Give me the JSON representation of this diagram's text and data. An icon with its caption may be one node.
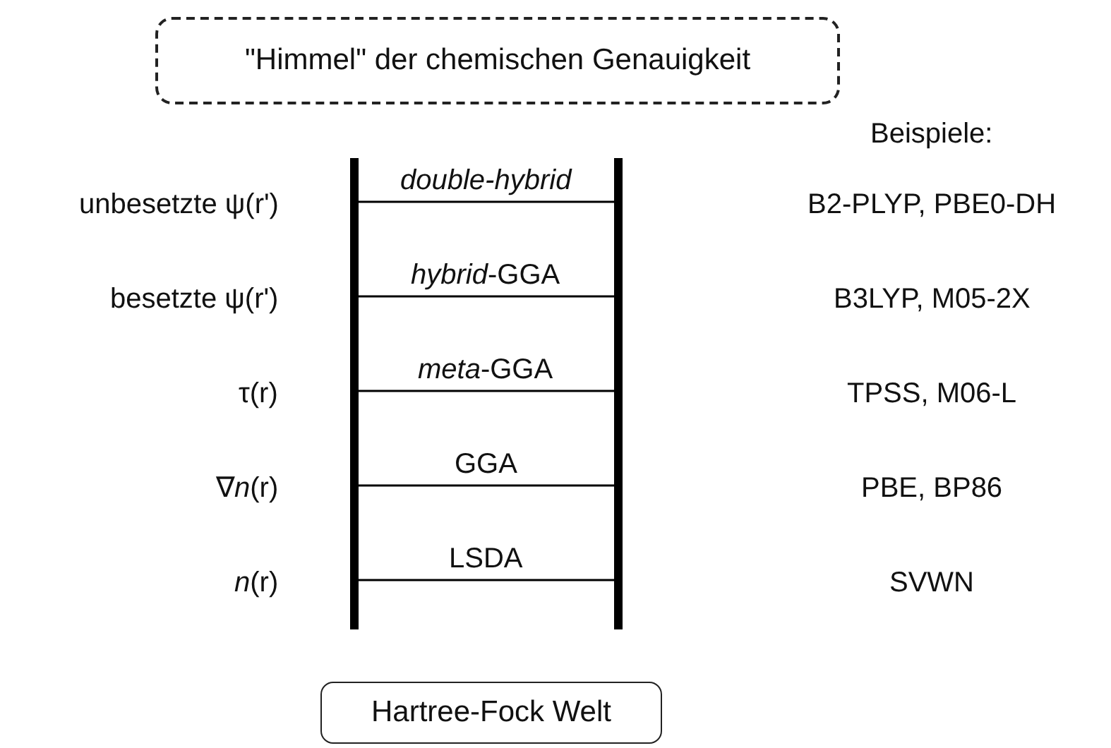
{
  "diagram": {
    "nodes": [
      {
        "text": [
          "\"Himmel\" der chemischen Genauigkeit"
        ]
      },
      {
        "text": [
          "Hartree-Fock Welt"
        ]
      }
    ],
    "labels": [
      "Beispiele:",
      "unbesetzte ψ(r')",
      "double-hybrid",
      "B2-PLYP, PBE0-DH",
      "besetzte ψ(r')",
      "*hybrid*-GGA",
      "B3LYP, M05-2X",
      "τ(r)",
      "*meta*-GGA",
      "TPSS, M06-L",
      "∇*n*(r)",
      "GGA",
      "PBE, BP86",
      "*n*(r)",
      "LSDA",
      "SVWN"
    ]
  }
}
